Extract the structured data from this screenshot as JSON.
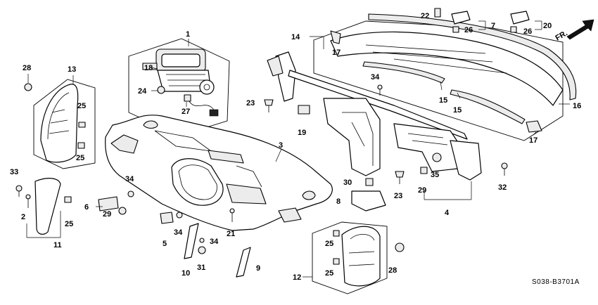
{
  "callouts": [
    {
      "id": "c1",
      "text": "1"
    },
    {
      "id": "c2",
      "text": "2"
    },
    {
      "id": "c3",
      "text": "3"
    },
    {
      "id": "c4",
      "text": "4"
    },
    {
      "id": "c5",
      "text": "5"
    },
    {
      "id": "c6",
      "text": "6"
    },
    {
      "id": "c7",
      "text": "7"
    },
    {
      "id": "c8",
      "text": "8"
    },
    {
      "id": "c9",
      "text": "9"
    },
    {
      "id": "c10",
      "text": "10"
    },
    {
      "id": "c11",
      "text": "11"
    },
    {
      "id": "c12",
      "text": "12"
    },
    {
      "id": "c13",
      "text": "13"
    },
    {
      "id": "c14",
      "text": "14"
    },
    {
      "id": "c15a",
      "text": "15"
    },
    {
      "id": "c15b",
      "text": "15"
    },
    {
      "id": "c16",
      "text": "16"
    },
    {
      "id": "c17a",
      "text": "17"
    },
    {
      "id": "c17b",
      "text": "17"
    },
    {
      "id": "c18",
      "text": "18"
    },
    {
      "id": "c19",
      "text": "19"
    },
    {
      "id": "c20",
      "text": "20"
    },
    {
      "id": "c21",
      "text": "21"
    },
    {
      "id": "c22",
      "text": "22"
    },
    {
      "id": "c23a",
      "text": "23"
    },
    {
      "id": "c23b",
      "text": "23"
    },
    {
      "id": "c24",
      "text": "24"
    },
    {
      "id": "c25a",
      "text": "25"
    },
    {
      "id": "c25b",
      "text": "25"
    },
    {
      "id": "c25c",
      "text": "25"
    },
    {
      "id": "c25d",
      "text": "25"
    },
    {
      "id": "c25e",
      "text": "25"
    },
    {
      "id": "c26a",
      "text": "26"
    },
    {
      "id": "c26b",
      "text": "26"
    },
    {
      "id": "c27",
      "text": "27"
    },
    {
      "id": "c28a",
      "text": "28"
    },
    {
      "id": "c28b",
      "text": "28"
    },
    {
      "id": "c29a",
      "text": "29"
    },
    {
      "id": "c29b",
      "text": "29"
    },
    {
      "id": "c30",
      "text": "30"
    },
    {
      "id": "c31",
      "text": "31"
    },
    {
      "id": "c32",
      "text": "32"
    },
    {
      "id": "c33",
      "text": "33"
    },
    {
      "id": "c34a",
      "text": "34"
    },
    {
      "id": "c34b",
      "text": "34"
    },
    {
      "id": "c34c",
      "text": "34"
    },
    {
      "id": "c34d",
      "text": "34"
    },
    {
      "id": "c35",
      "text": "35"
    }
  ],
  "direction_label": "FR.",
  "diagram_code": "S038-B3701A"
}
